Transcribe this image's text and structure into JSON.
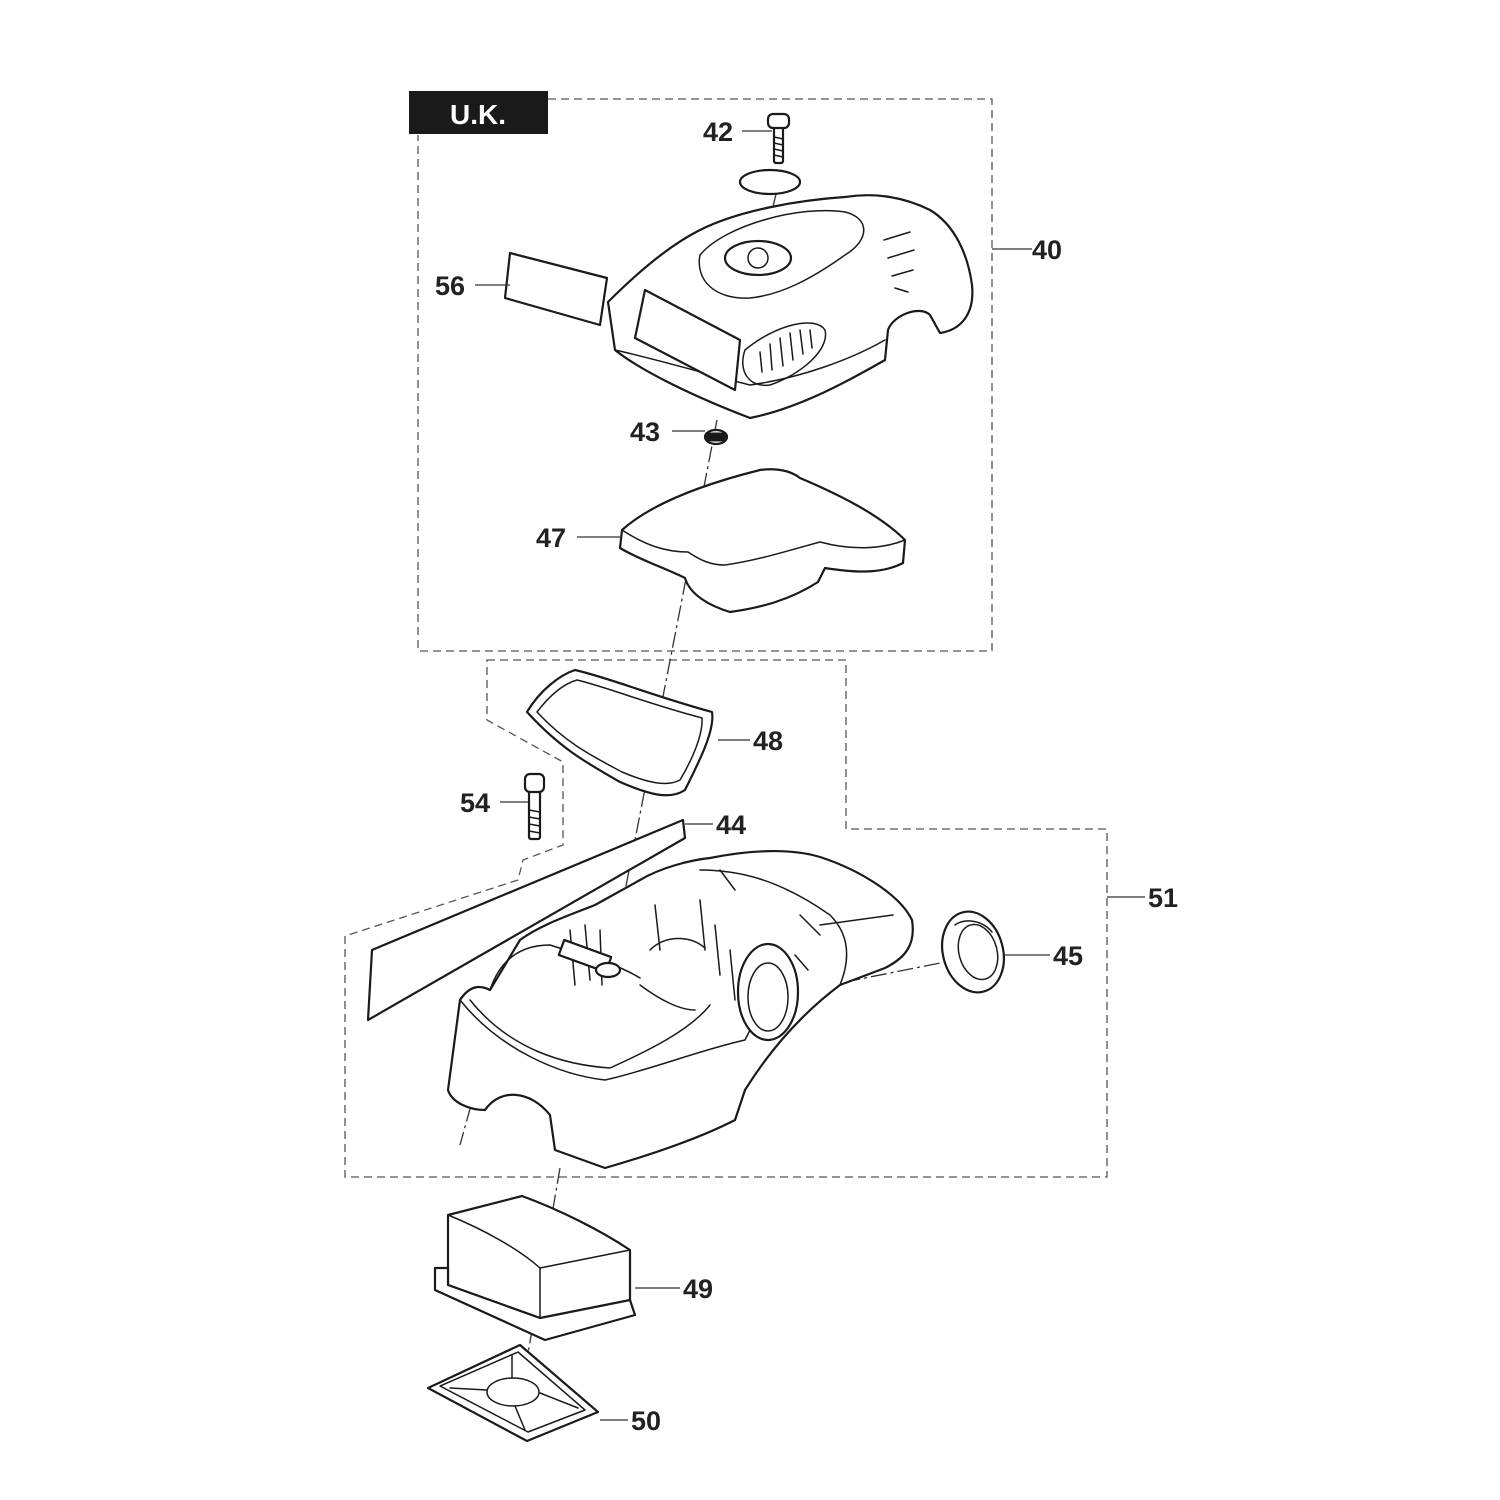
{
  "region_label": "U.K.",
  "callouts": [
    {
      "id": "40",
      "label": "40"
    },
    {
      "id": "42",
      "label": "42"
    },
    {
      "id": "43",
      "label": "43"
    },
    {
      "id": "44",
      "label": "44"
    },
    {
      "id": "45",
      "label": "45"
    },
    {
      "id": "47",
      "label": "47"
    },
    {
      "id": "48",
      "label": "48"
    },
    {
      "id": "49",
      "label": "49"
    },
    {
      "id": "50",
      "label": "50"
    },
    {
      "id": "51",
      "label": "51"
    },
    {
      "id": "54",
      "label": "54"
    },
    {
      "id": "56",
      "label": "56"
    }
  ],
  "colors": {
    "ink": "#1a1a1a",
    "label_bg": "#1a1a1a",
    "label_text": "#ffffff"
  }
}
